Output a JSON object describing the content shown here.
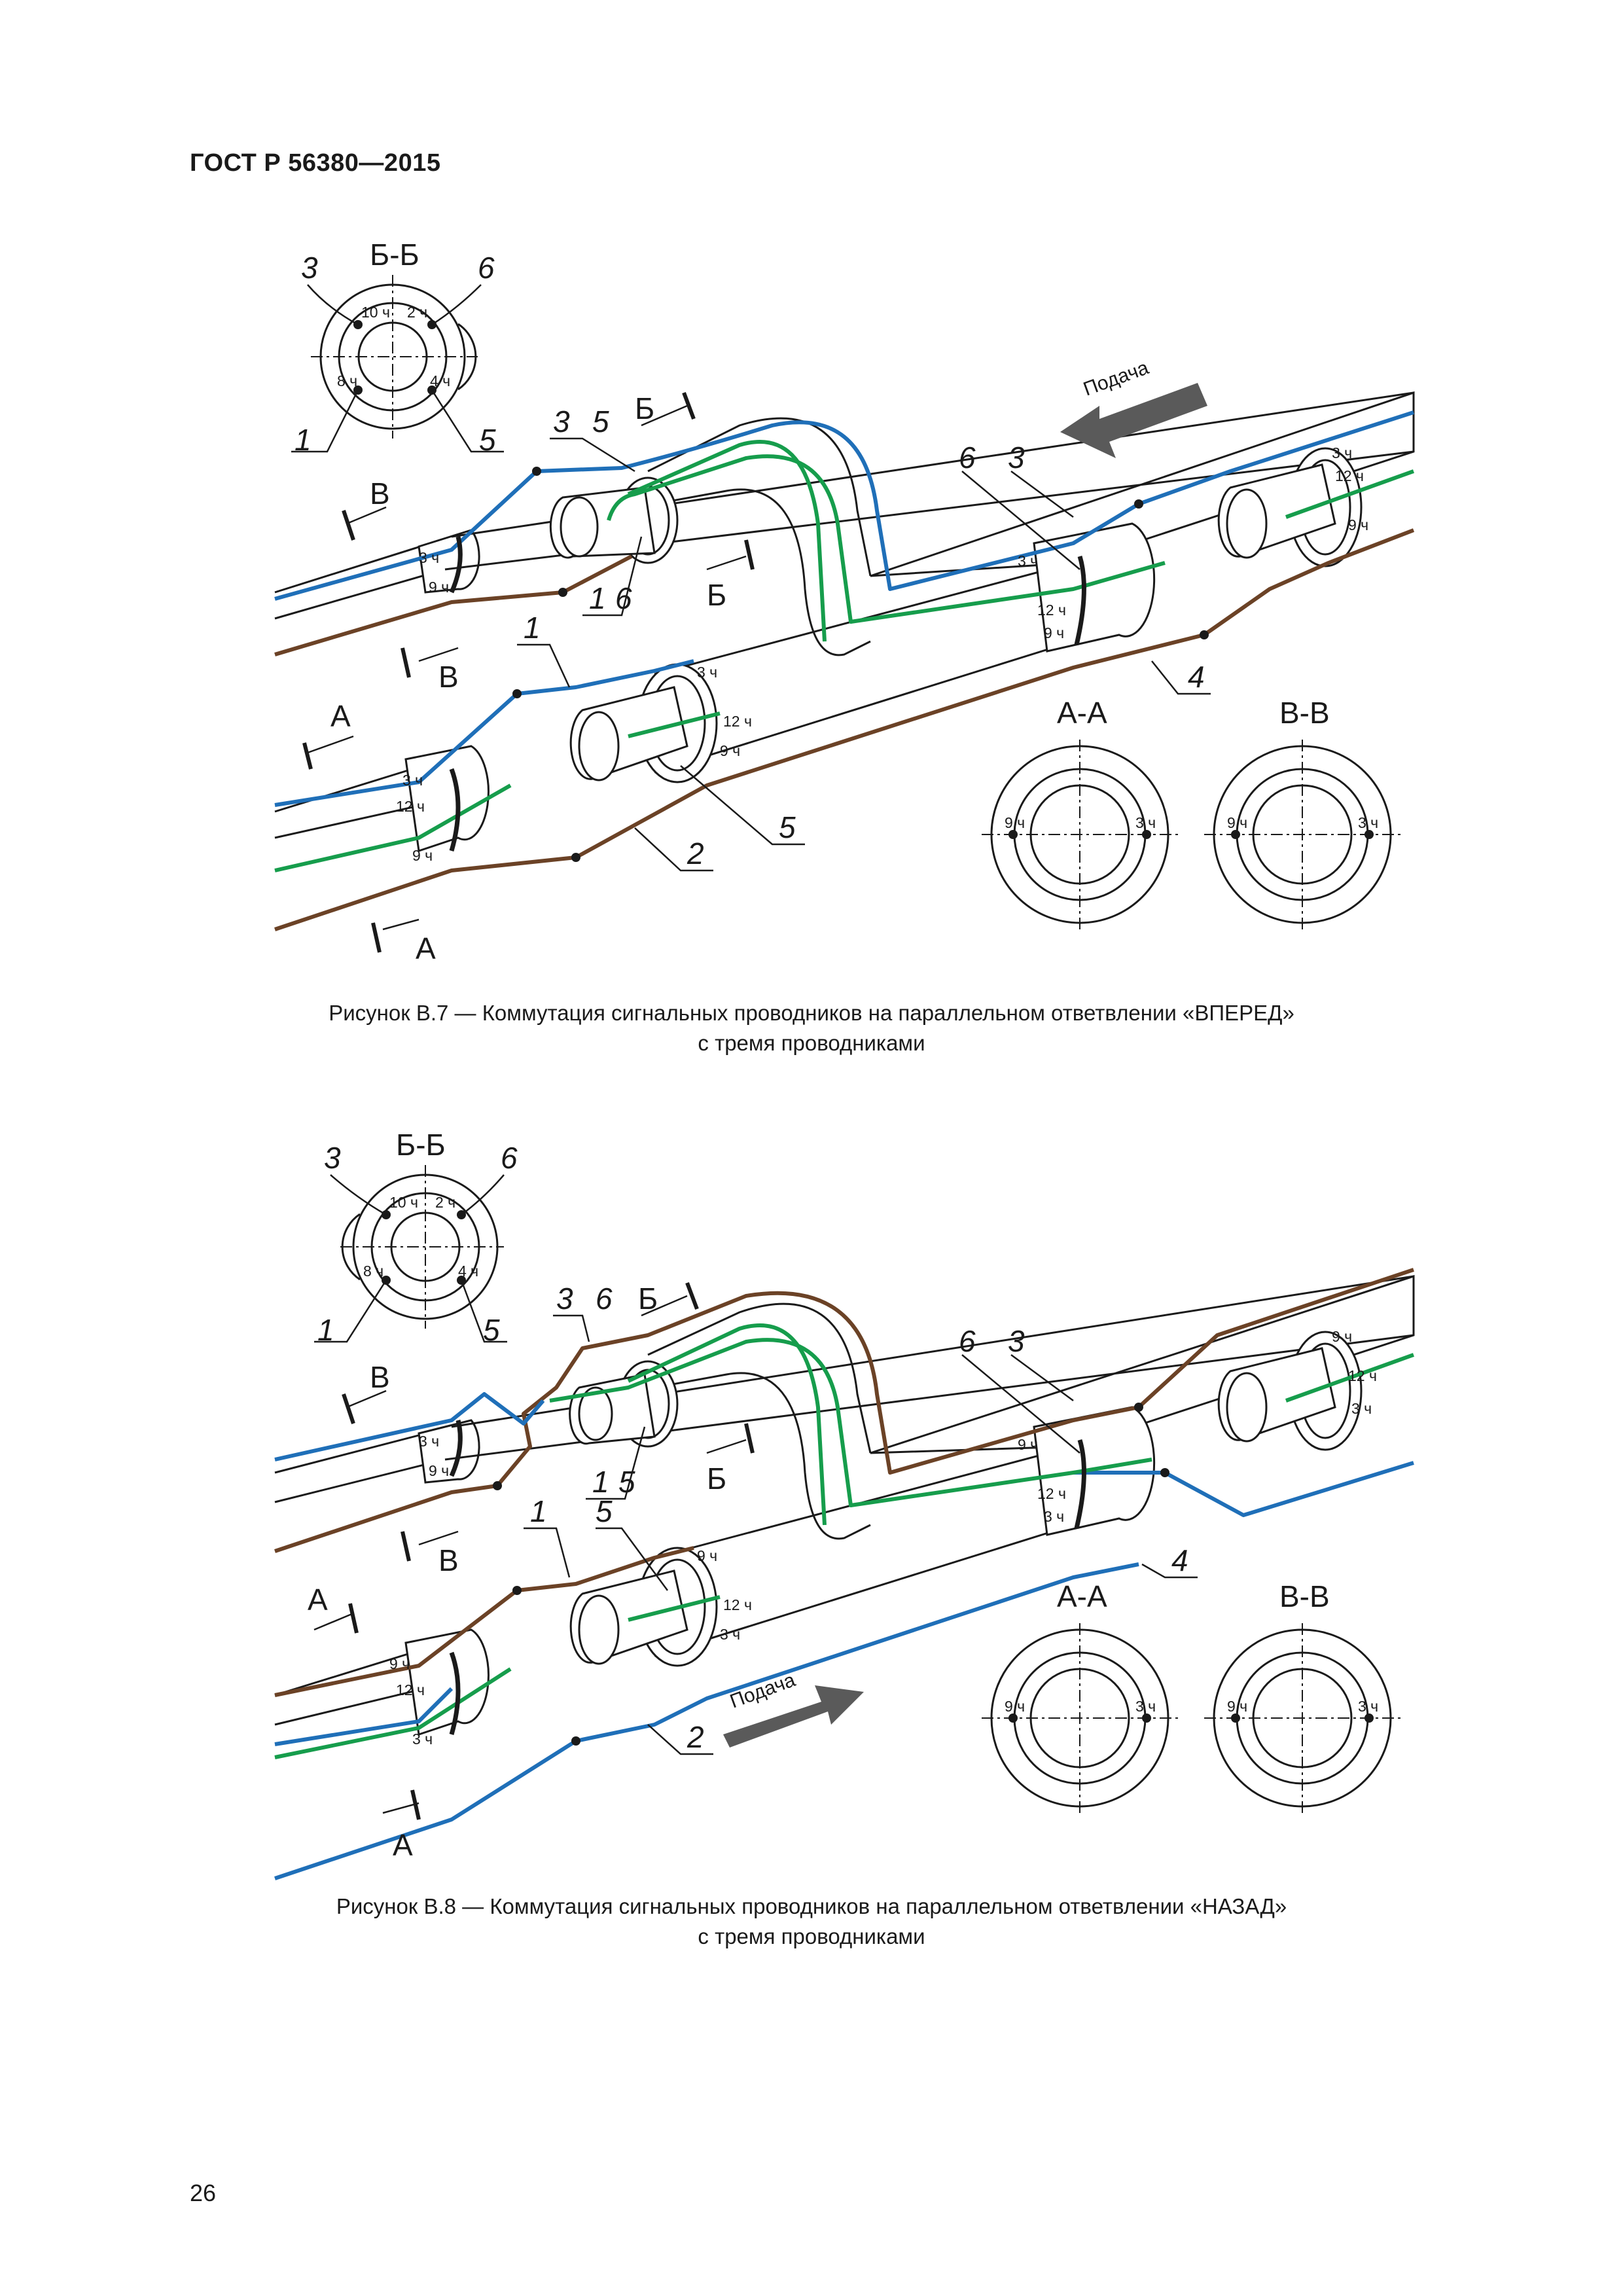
{
  "header": {
    "doc_id": "ГОСТ Р 56380—2015"
  },
  "page_number": "26",
  "figures": [
    {
      "id": "fig-b7",
      "caption_line1": "Рисунок В.7 — Коммутация сигнальных проводников на параллельном ответвлении «ВПЕРЕД»",
      "caption_line2": "с тремя проводниками",
      "flow_label": "Подача",
      "sections": {
        "bb": "Б-Б",
        "aa": "А-А",
        "vv": "В-В",
        "a": "А",
        "b": "Б",
        "v": "В"
      },
      "clock": {
        "h10": "10 ч",
        "h2": "2 ч",
        "h8": "8 ч",
        "h4": "4 ч",
        "h3": "3 ч",
        "h12": "12 ч",
        "h9": "9 ч"
      },
      "numbers": {
        "n1": "1",
        "n2": "2",
        "n3": "3",
        "n4": "4",
        "n5": "5",
        "n6": "6"
      }
    },
    {
      "id": "fig-b8",
      "caption_line1": "Рисунок  В.8 — Коммутация сигнальных проводников на параллельном ответвлении «НАЗАД»",
      "caption_line2": "с тремя проводниками",
      "flow_label": "Подача",
      "sections": {
        "bb": "Б-Б",
        "aa": "А-А",
        "vv": "В-В",
        "a": "А",
        "b": "Б",
        "v": "В"
      },
      "clock": {
        "h10": "10 ч",
        "h2": "2 ч",
        "h8": "8 ч",
        "h4": "4 ч",
        "h3": "3 ч",
        "h12": "12 ч",
        "h9": "9 ч"
      },
      "numbers": {
        "n1": "1",
        "n2": "2",
        "n3": "3",
        "n4": "4",
        "n5": "5",
        "n6": "6"
      }
    }
  ],
  "colors": {
    "wire_blue": "#1f6fb8",
    "wire_green": "#169d4c",
    "wire_brown": "#6b4226",
    "flow_arrow": "#5a5a5a"
  }
}
